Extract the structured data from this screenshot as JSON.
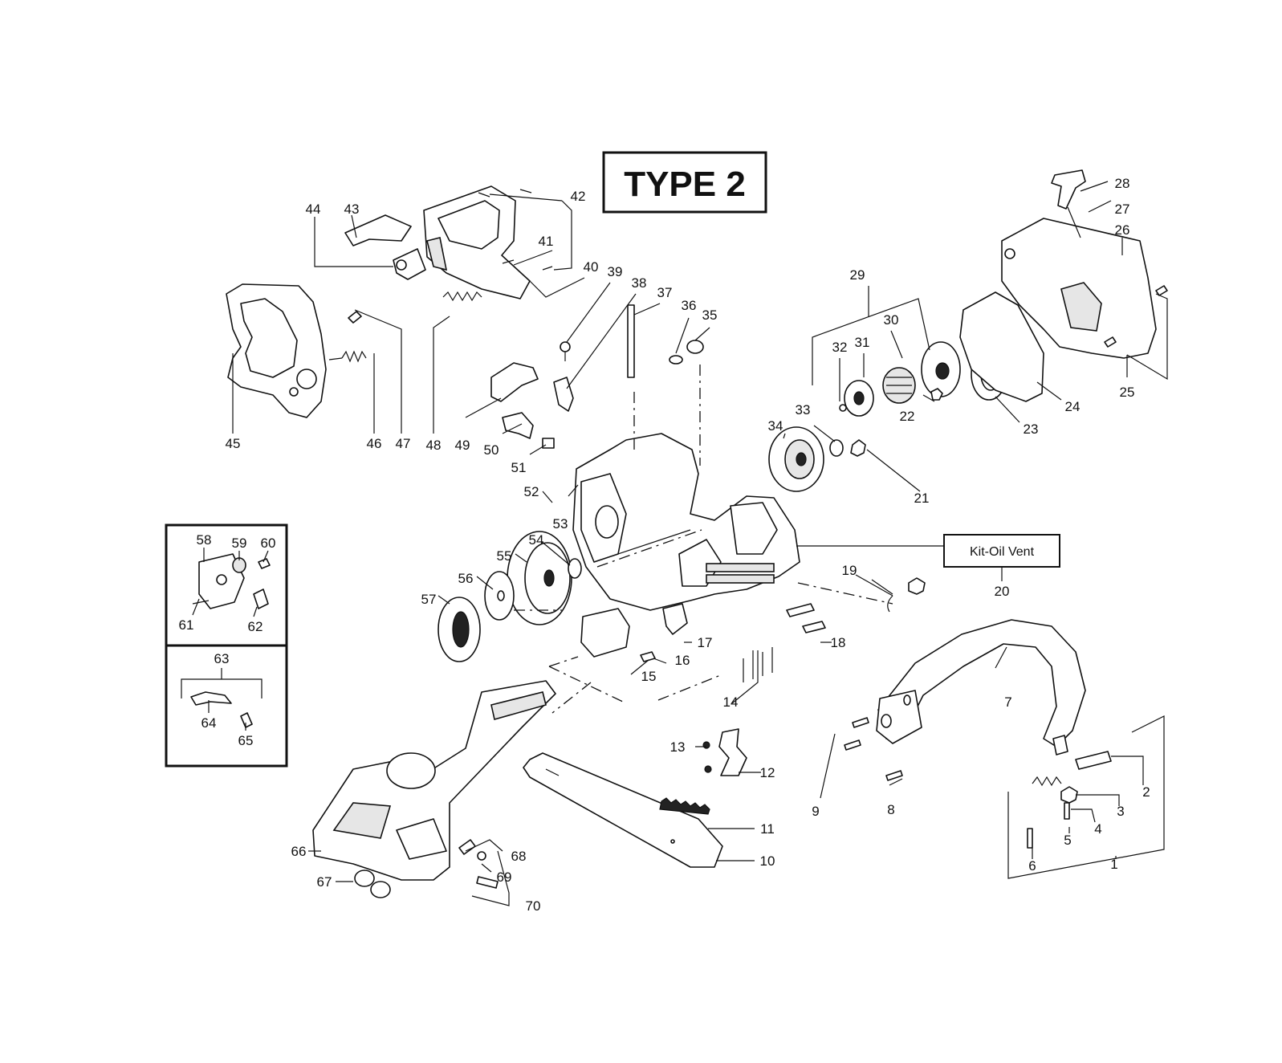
{
  "title": "TYPE 2",
  "kit_label": "Kit-Oil Vent",
  "labels": [
    "1",
    "2",
    "3",
    "4",
    "5",
    "6",
    "7",
    "8",
    "9",
    "10",
    "11",
    "12",
    "13",
    "14",
    "15",
    "16",
    "17",
    "18",
    "19",
    "20",
    "21",
    "22",
    "23",
    "24",
    "25",
    "26",
    "27",
    "28",
    "29",
    "30",
    "31",
    "32",
    "33",
    "34",
    "35",
    "36",
    "37",
    "38",
    "39",
    "40",
    "41",
    "42",
    "43",
    "44",
    "45",
    "46",
    "47",
    "48",
    "49",
    "50",
    "51",
    "52",
    "53",
    "54",
    "55",
    "56",
    "57",
    "58",
    "59",
    "60",
    "61",
    "62",
    "63",
    "64",
    "65",
    "66",
    "67",
    "68",
    "69",
    "70"
  ]
}
